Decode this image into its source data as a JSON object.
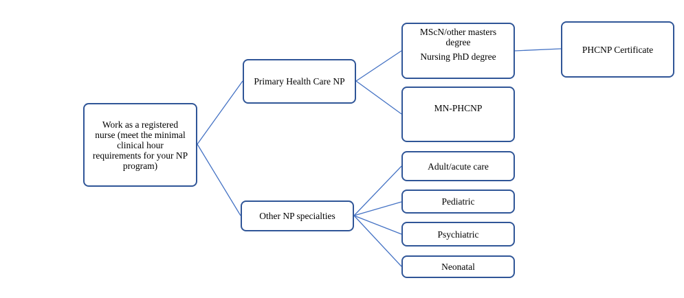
{
  "diagram": {
    "root": {
      "lines": [
        "Work as a registered",
        "nurse (meet the minimal",
        "clinical hour",
        "requirements for your NP",
        "program)"
      ]
    },
    "branches": {
      "primary_health_care": "Primary Health Care NP",
      "other_specialties": "Other NP specialties"
    },
    "primary_children": {
      "masters_line1": "MScN/other masters",
      "masters_line2": "degree",
      "phd": "Nursing PhD degree",
      "mn_phcnp": "MN-PHCNP"
    },
    "certificate": "PHCNP Certificate",
    "other_children": [
      "Adult/acute care",
      "Pediatric",
      "Psychiatric",
      "Neonatal"
    ],
    "colors": {
      "box_border": "#2f5597",
      "connector": "#4472c4"
    }
  }
}
